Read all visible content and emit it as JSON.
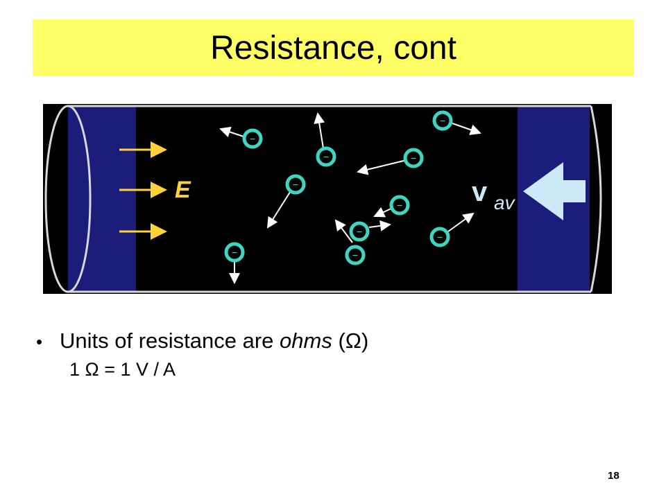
{
  "slide": {
    "title": "Resistance, cont",
    "page_number": "18"
  },
  "figure": {
    "field_label": "E",
    "velocity_label_main": "v",
    "velocity_label_sub": "av",
    "electron_charge_symbol": "−",
    "colors": {
      "background": "#000000",
      "cap_blue": "#1c1c7a",
      "electron_ring": "#3ed6c2",
      "field_arrow": "#ffd23a",
      "velocity_arrow": "#cde9f7"
    }
  },
  "bullets": {
    "line1_prefix": "Units of resistance are ",
    "line1_italic": "ohms",
    "line1_suffix": " (Ω)",
    "line2": "1 Ω = 1 V / A"
  }
}
